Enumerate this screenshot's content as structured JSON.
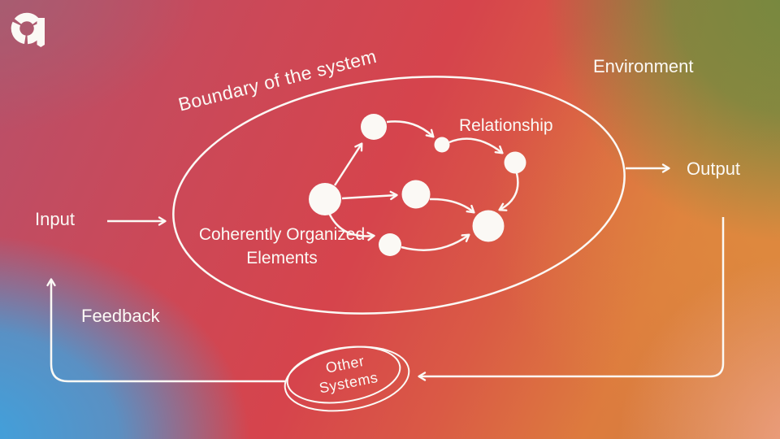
{
  "slide": {
    "labels": {
      "boundary": "Boundary of the system",
      "environment": "Environment",
      "relationship": "Relationship",
      "elements_line1": "Coherently Organized",
      "elements_line2": "Elements",
      "input": "Input",
      "output": "Output",
      "feedback": "Feedback",
      "other_line1": "Other",
      "other_line2": "Systems"
    },
    "icons": {
      "brand_logo": "segmented-ring-a-logo"
    },
    "colors": {
      "line": "#fbf9f5",
      "text": "#fbf9f5",
      "bg_center_red": "#d6444c",
      "bg_top_left_mauve": "#a55e72",
      "bg_bottom_left_blue": "#3ea2de",
      "bg_right_orange": "#e08a3e",
      "bg_top_right_olive": "#76883f",
      "bg_bottom_right_salmon": "#efa084"
    }
  }
}
